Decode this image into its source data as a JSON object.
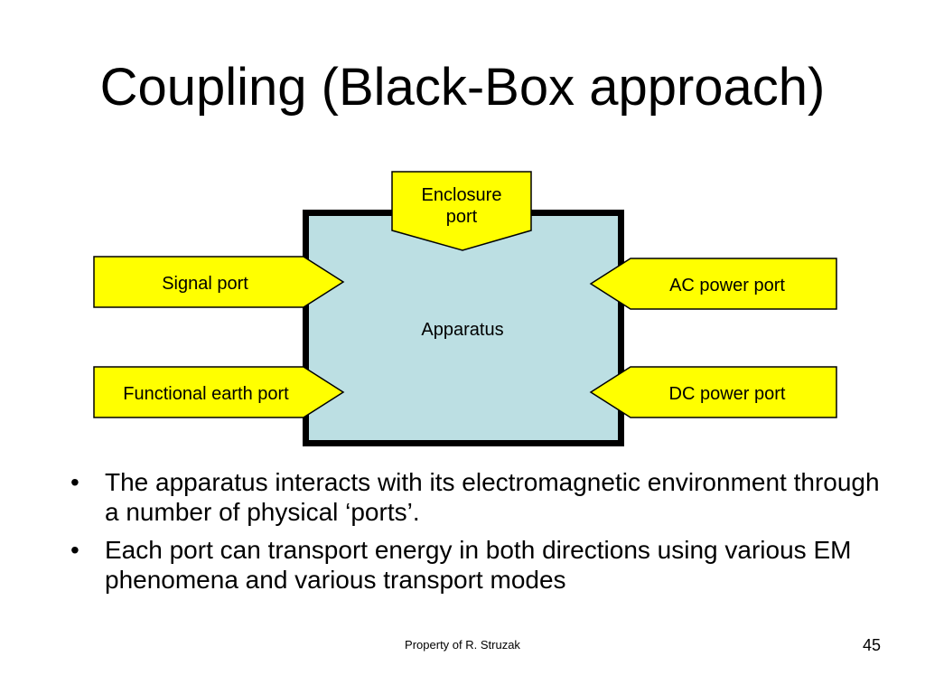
{
  "title": "Coupling (Black-Box approach)",
  "diagram": {
    "apparatus_label": "Apparatus",
    "enclosure_port": [
      "Enclosure",
      "port"
    ],
    "signal_port": "Signal port",
    "functional_earth_port": "Functional earth port",
    "ac_power_port": "AC power port",
    "dc_power_port": "DC power port",
    "colors": {
      "apparatus_fill": "#bcdfe3",
      "port_fill": "#ffff00",
      "outline": "#000000"
    }
  },
  "bullets": [
    "The apparatus interacts with its electromagnetic environment through a number of physical ‘ports’.",
    "Each port can transport energy in both directions using various EM phenomena and various transport modes"
  ],
  "bullet_symbol": "•",
  "footer": "Property of R. Struzak",
  "page_number": "45"
}
